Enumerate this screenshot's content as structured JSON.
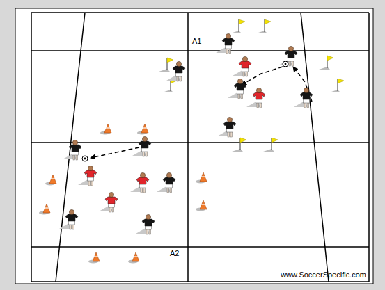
{
  "diagram": {
    "labels": [
      "A1",
      "A2",
      "www.SoccerSpecific.com"
    ]
  }
}
